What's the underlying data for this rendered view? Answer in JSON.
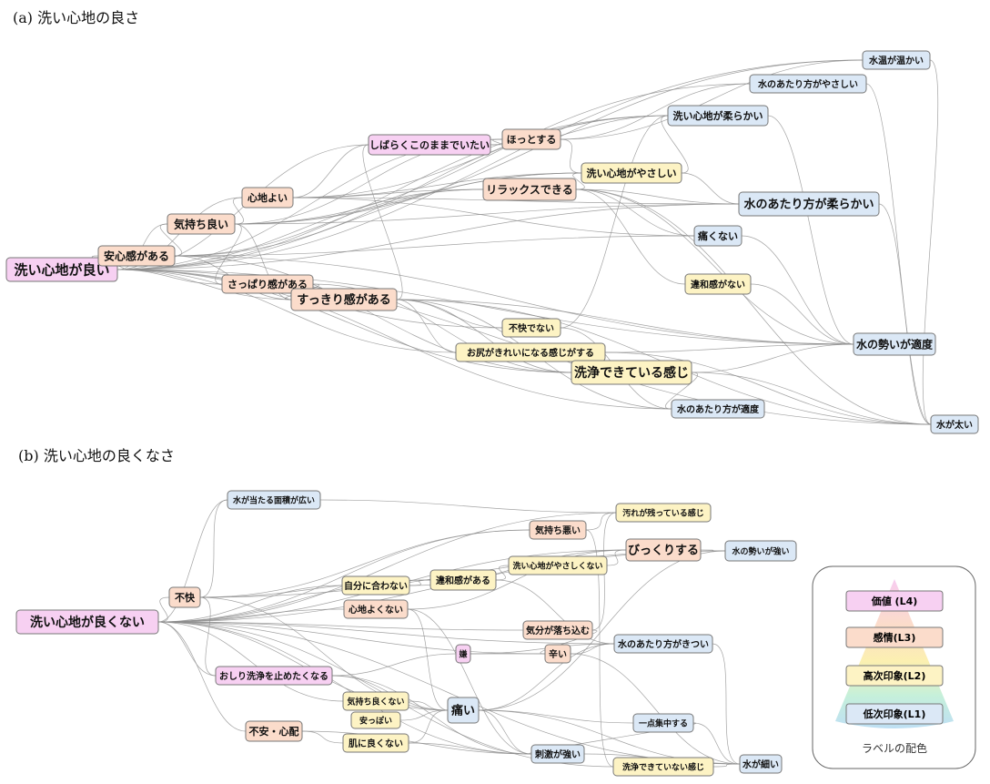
{
  "panels": [
    {
      "title": "(a) 洗い心地の良さ",
      "nodes": [
        {
          "id": "a_root",
          "label": "洗い心地が良い",
          "level": "L4"
        },
        {
          "id": "a_anshin",
          "label": "安心感がある",
          "level": "L3"
        },
        {
          "id": "a_kimochi",
          "label": "気持ち良い",
          "level": "L3"
        },
        {
          "id": "a_kokochi",
          "label": "心地よい",
          "level": "L3"
        },
        {
          "id": "a_sappari",
          "label": "さっぱり感がある",
          "level": "L3"
        },
        {
          "id": "a_sukkiri",
          "label": "すっきり感がある",
          "level": "L3"
        },
        {
          "id": "a_shibaraku",
          "label": "しばらくこのままでいたい",
          "level": "L4"
        },
        {
          "id": "a_hotto",
          "label": "ほっとする",
          "level": "L3"
        },
        {
          "id": "a_relax",
          "label": "リラックスできる",
          "level": "L3"
        },
        {
          "id": "a_fukai",
          "label": "不快でない",
          "level": "L2"
        },
        {
          "id": "a_oshiri",
          "label": "お尻がきれいになる感じがする",
          "level": "L2"
        },
        {
          "id": "a_senjou",
          "label": "洗浄できている感じ",
          "level": "L2"
        },
        {
          "id": "a_yasashii",
          "label": "洗い心地がやさしい",
          "level": "L2"
        },
        {
          "id": "a_iwakan",
          "label": "違和感がない",
          "level": "L2"
        },
        {
          "id": "a_suion",
          "label": "水温が温かい",
          "level": "L1"
        },
        {
          "id": "a_atari_yasashii",
          "label": "水のあたり方がやさしい",
          "level": "L1"
        },
        {
          "id": "a_yawarakai",
          "label": "洗い心地が柔らかい",
          "level": "L1"
        },
        {
          "id": "a_atari_yawarakai",
          "label": "水のあたり方が柔らかい",
          "level": "L1"
        },
        {
          "id": "a_itakunai",
          "label": "痛くない",
          "level": "L1"
        },
        {
          "id": "a_ikioi",
          "label": "水の勢いが適度",
          "level": "L1"
        },
        {
          "id": "a_atari_tekido",
          "label": "水のあたり方が適度",
          "level": "L1"
        },
        {
          "id": "a_futoi",
          "label": "水が太い",
          "level": "L1"
        }
      ]
    },
    {
      "title": "(b) 洗い心地の良くなさ",
      "nodes": [
        {
          "id": "b_root",
          "label": "洗い心地が良くない",
          "level": "L4"
        },
        {
          "id": "b_menseki",
          "label": "水が当たる面積が広い",
          "level": "L1"
        },
        {
          "id": "b_fukai",
          "label": "不快",
          "level": "L3"
        },
        {
          "id": "b_kimochiwarui",
          "label": "気持ち悪い",
          "level": "L3"
        },
        {
          "id": "b_yogore",
          "label": "汚れが残っている感じ",
          "level": "L2"
        },
        {
          "id": "b_bikkuri",
          "label": "びっくりする",
          "level": "L3"
        },
        {
          "id": "b_ikioi",
          "label": "水の勢いが強い",
          "level": "L1"
        },
        {
          "id": "b_jibun",
          "label": "自分に合わない",
          "level": "L2"
        },
        {
          "id": "b_iwakan",
          "label": "違和感がある",
          "level": "L2"
        },
        {
          "id": "b_yasashikunai",
          "label": "洗い心地がやさしくない",
          "level": "L2"
        },
        {
          "id": "b_kokochi",
          "label": "心地よくない",
          "level": "L3"
        },
        {
          "id": "b_kibun",
          "label": "気分が落ち込む",
          "level": "L3"
        },
        {
          "id": "b_iya",
          "label": "嫌",
          "level": "L4"
        },
        {
          "id": "b_tsurai",
          "label": "辛い",
          "level": "L3"
        },
        {
          "id": "b_kitsui",
          "label": "水のあたり方がきつい",
          "level": "L1"
        },
        {
          "id": "b_yameta",
          "label": "おしり洗浄を止めたくなる",
          "level": "L4"
        },
        {
          "id": "b_kimochiyoku",
          "label": "気持ち良くない",
          "level": "L2"
        },
        {
          "id": "b_itai",
          "label": "痛い",
          "level": "L1"
        },
        {
          "id": "b_yasuppoi",
          "label": "安っぽい",
          "level": "L2"
        },
        {
          "id": "b_fuan",
          "label": "不安・心配",
          "level": "L3"
        },
        {
          "id": "b_hada",
          "label": "肌に良くない",
          "level": "L2"
        },
        {
          "id": "b_itten",
          "label": "一点集中する",
          "level": "L1"
        },
        {
          "id": "b_shigeki",
          "label": "刺激が強い",
          "level": "L1"
        },
        {
          "id": "b_senjounai",
          "label": "洗浄できていない感じ",
          "level": "L2"
        },
        {
          "id": "b_hosoi",
          "label": "水が細い",
          "level": "L1"
        }
      ]
    }
  ],
  "legend": {
    "items": [
      {
        "label": "価値 (L4)",
        "level": "L4"
      },
      {
        "label": "感情(L3)",
        "level": "L3"
      },
      {
        "label": "高次印象(L2)",
        "level": "L2"
      },
      {
        "label": "低次印象(L1)",
        "level": "L1"
      }
    ],
    "caption": "ラベルの配色"
  },
  "colors": {
    "L4": "#f7d0f2",
    "L3": "#fbdccb",
    "L2": "#fdf3c4",
    "L1": "#dbe8f6"
  }
}
